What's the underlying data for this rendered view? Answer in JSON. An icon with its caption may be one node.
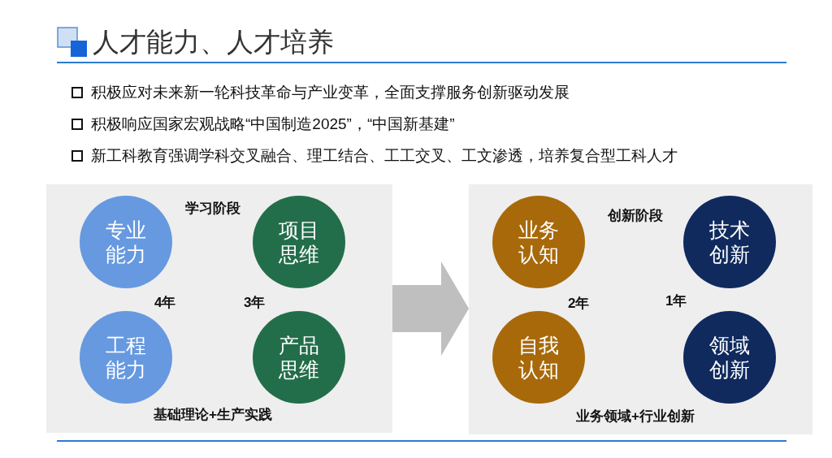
{
  "diagram": {
    "title": "人才能力、人才培养",
    "nodes": [
      {
        "text": [
          "学习阶段",
          "基础理论+生产实践"
        ]
      },
      {
        "text": [
          "专业能力"
        ],
        "in": 0
      },
      {
        "text": [
          "项目思维"
        ],
        "in": 0
      },
      {
        "text": [
          "工程能力"
        ],
        "in": 0
      },
      {
        "text": [
          "产品思维"
        ],
        "in": 0
      },
      {
        "text": [
          "创新阶段",
          "业务领域+行业创新"
        ]
      },
      {
        "text": [
          "业务认知"
        ],
        "in": 5
      },
      {
        "text": [
          "技术创新"
        ],
        "in": 5
      },
      {
        "text": [
          "自我认知"
        ],
        "in": 5
      },
      {
        "text": [
          "领域创新"
        ],
        "in": 5
      }
    ],
    "edges": [
      {
        "from": 0,
        "to": 5,
        "arrow": "to",
        "style": "thick"
      }
    ],
    "labels": [
      "积极应对未来新一轮科技革命与产业变革，全面支撑服务创新驱动发展",
      "积极响应国家宏观战略“中国制造2025”，“中国新基建”",
      "新工科教育强调学科交叉融合、理工结合、工工交叉、工文渗透，培养复合型工科人才",
      "4年",
      "3年",
      "2年",
      "1年"
    ]
  }
}
